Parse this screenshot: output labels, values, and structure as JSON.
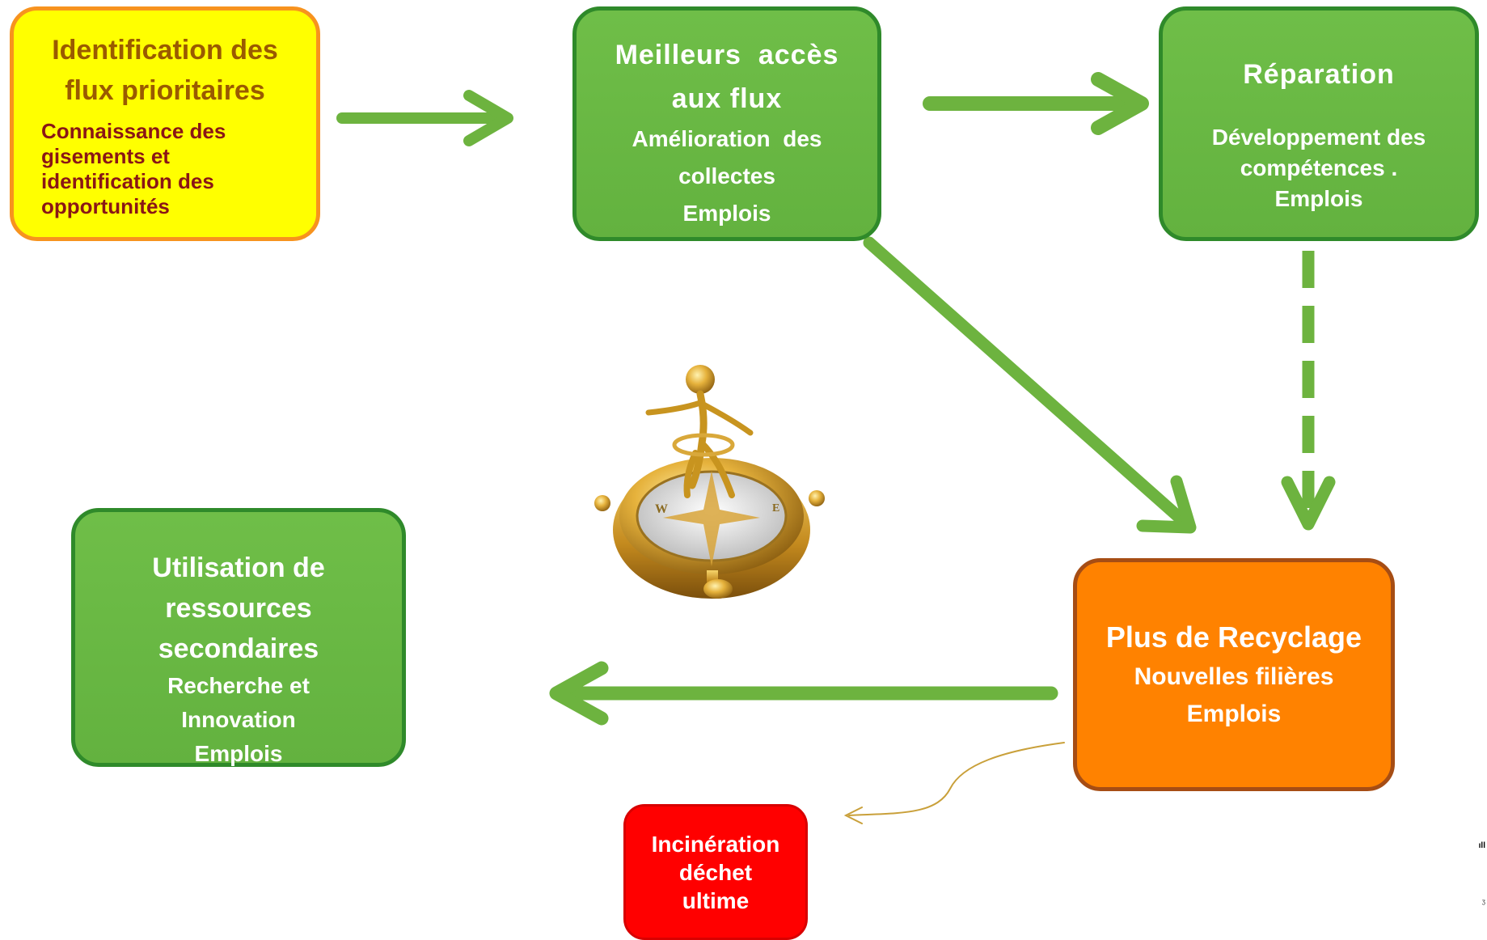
{
  "colors": {
    "green_fill": "#66b844",
    "green_border": "#2f8a2a",
    "arrow_green": "#6db33f",
    "yellow_fill": "#ffff00",
    "yellow_border": "#f7931e",
    "orange_fill": "#ff8200",
    "red_fill": "#ff0000",
    "thin_arrow": "#c9a03a"
  },
  "nodes": {
    "identification": {
      "title_lines": [
        "Identification des",
        "flux prioritaires"
      ],
      "detail_lines": [
        "Connaissance des",
        "gisements et",
        "identification des",
        "opportunités"
      ]
    },
    "meilleurs_acces": {
      "title_lines": [
        "Meilleurs  accès",
        "aux flux"
      ],
      "detail_lines": [
        "Amélioration  des",
        "collectes",
        "Emplois"
      ]
    },
    "reparation": {
      "title_lines": [
        "Réparation"
      ],
      "detail_lines": [
        "Développement des",
        "compétences .",
        "Emplois"
      ]
    },
    "utilisation": {
      "title_lines": [
        "Utilisation de",
        "ressources",
        "secondaires"
      ],
      "detail_lines": [
        "Recherche et",
        "Innovation",
        "Emplois"
      ]
    },
    "recyclage": {
      "title_lines": [
        "Plus de Recyclage"
      ],
      "detail_lines": [
        "Nouvelles filières",
        "Emplois"
      ]
    },
    "incineration": {
      "title_lines": [
        "Incinération",
        "déchet",
        "ultime"
      ]
    }
  },
  "illustration": {
    "icon": "golden-figure-on-compass-icon"
  },
  "edge_marks": [
    "ıll",
    "ʒ"
  ]
}
